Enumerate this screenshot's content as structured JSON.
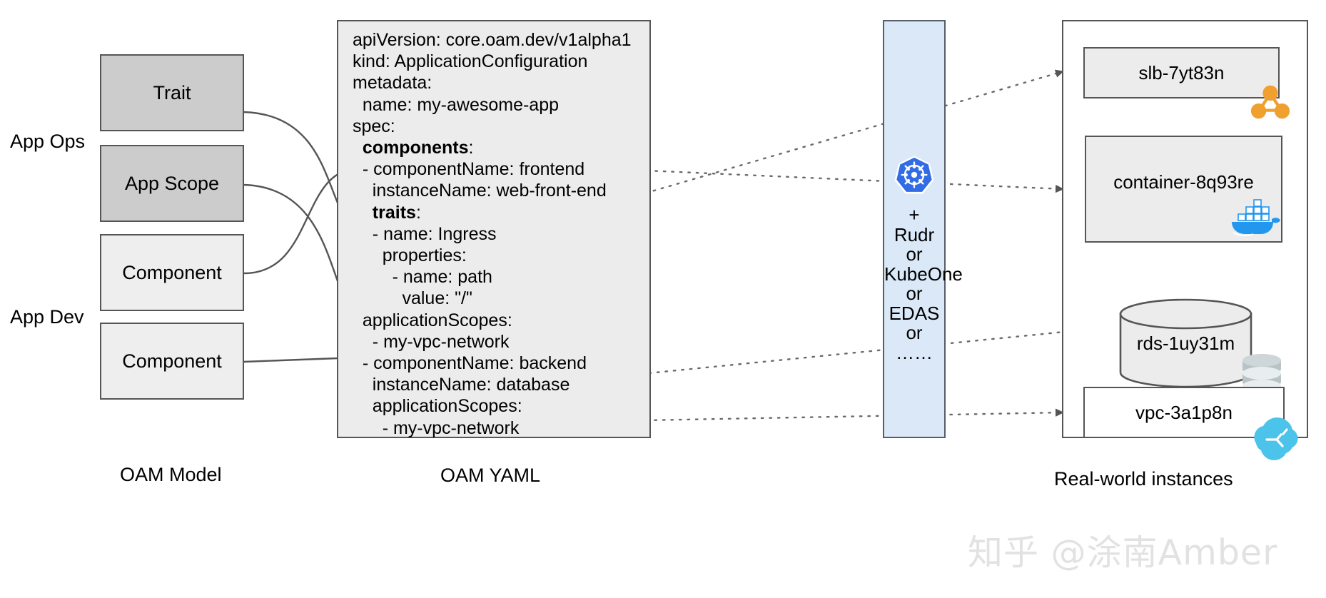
{
  "diagram": {
    "title_alt": "OAM model to YAML to real-world instances",
    "roles": [
      {
        "name": "app-ops",
        "label": "App Ops"
      },
      {
        "name": "app-dev",
        "label": "App Dev"
      }
    ],
    "model_boxes": [
      {
        "name": "trait",
        "label": "Trait",
        "tone": "dark"
      },
      {
        "name": "app-scope",
        "label": "App Scope",
        "tone": "dark"
      },
      {
        "name": "component-1",
        "label": "Component",
        "tone": "light"
      },
      {
        "name": "component-2",
        "label": "Component",
        "tone": "light"
      }
    ],
    "yaml": {
      "lines": [
        {
          "text": "apiVersion: core.oam.dev/v1alpha1",
          "bold": false,
          "indent": 0
        },
        {
          "text": "kind: ApplicationConfiguration",
          "bold": false,
          "indent": 0
        },
        {
          "text": "metadata:",
          "bold": false,
          "indent": 0
        },
        {
          "text": "name: my-awesome-app",
          "bold": false,
          "indent": 1
        },
        {
          "text": "spec:",
          "bold": false,
          "indent": 0
        },
        {
          "text": "components:",
          "bold": true,
          "indent": 1
        },
        {
          "text": "- componentName: frontend",
          "bold": false,
          "indent": 1
        },
        {
          "text": "instanceName: web-front-end",
          "bold": false,
          "indent": 2
        },
        {
          "text": "traits:",
          "bold": true,
          "indent": 2
        },
        {
          "text": "- name: Ingress",
          "bold": false,
          "indent": 2
        },
        {
          "text": "properties:",
          "bold": false,
          "indent": 3
        },
        {
          "text": "- name: path",
          "bold": false,
          "indent": 4
        },
        {
          "text": "value: \"/\"",
          "bold": false,
          "indent": 5
        },
        {
          "text": "applicationScopes:",
          "bold": false,
          "indent": 1
        },
        {
          "text": "- my-vpc-network",
          "bold": false,
          "indent": 2
        },
        {
          "text": "- componentName: backend",
          "bold": false,
          "indent": 1
        },
        {
          "text": "instanceName: database",
          "bold": false,
          "indent": 2
        },
        {
          "text": "applicationScopes:",
          "bold": false,
          "indent": 2
        },
        {
          "text": "- my-vpc-network",
          "bold": false,
          "indent": 3
        }
      ]
    },
    "runtime": {
      "icon": "kubernetes-logo",
      "text": "+\nRudr\nor\nKubeOne\nor\nEDAS\nor\n……"
    },
    "instances": [
      {
        "name": "slb",
        "label": "slb-7yt83n",
        "icon": "load-balancer-icon",
        "style": "filled"
      },
      {
        "name": "container",
        "label": "container-8q93re",
        "icon": "docker-whale-icon",
        "style": "filled"
      },
      {
        "name": "rds",
        "label": "rds-1uy31m",
        "icon": "database-stack-icon",
        "style": "cylinder"
      },
      {
        "name": "vpc",
        "label": "vpc-3a1p8n",
        "icon": "vpc-cloud-icon",
        "style": "plain"
      }
    ],
    "captions": [
      {
        "name": "oam-model",
        "label": "OAM Model"
      },
      {
        "name": "oam-yaml",
        "label": "OAM YAML"
      },
      {
        "name": "real-world-instances",
        "label": "Real-world instances"
      }
    ],
    "watermark": "知乎 @涂南Amber",
    "colors": {
      "box_dark": "#cccccc",
      "box_light": "#eeeeee",
      "yaml_bg": "#ececec",
      "runtime_bg": "#dae8f7",
      "stroke": "#555555",
      "k8s_blue": "#326ce5",
      "slb_orange": "#f0a02e",
      "docker_blue": "#2396ed",
      "vpc_blue": "#4bc3ea",
      "db_grey": "#b9c3c6"
    }
  }
}
